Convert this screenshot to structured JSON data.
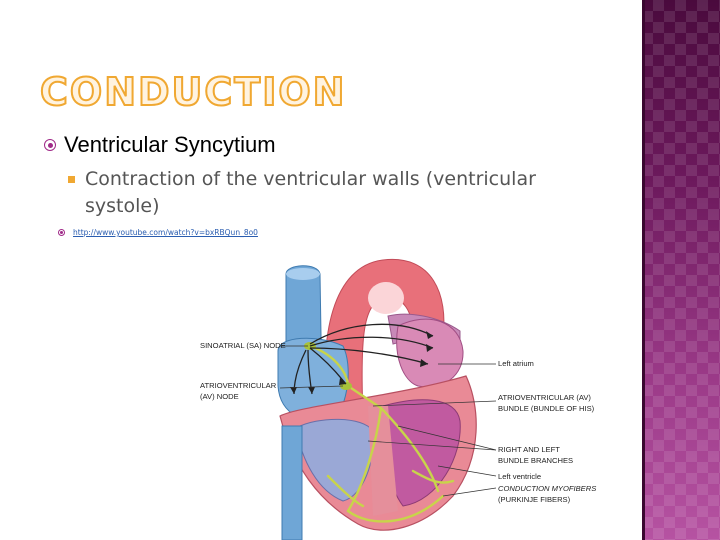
{
  "slide": {
    "title": "CONDUCTION",
    "bullet_main": "Ventricular Syncytium",
    "bullet_sub": "Contraction of the ventricular walls (ventricular systole)",
    "link": "http://www.youtube.com/watch?v=bxRBQun_8o0"
  },
  "diagram": {
    "labels": {
      "sa_node": "SINOATRIAL (SA) NODE",
      "av_node_1": "ATRIOVENTRICULAR",
      "av_node_2": "(AV) NODE",
      "left_atrium": "Left atrium",
      "av_bundle_1": "ATRIOVENTRICULAR (AV)",
      "av_bundle_2": "BUNDLE (BUNDLE OF HIS)",
      "bundle_branches_1": "RIGHT AND LEFT",
      "bundle_branches_2": "BUNDLE BRANCHES",
      "left_ventricle": "Left ventricle",
      "purkinje_1": "CONDUCTION MYOFIBERS",
      "purkinje_2": "(PURKINJE FIBERS)"
    }
  },
  "colors": {
    "title_outline": "#f0a832",
    "bullet_accent": "#a02a88",
    "sub_bullet": "#f0a832",
    "side_band": "#6e1a5e"
  }
}
